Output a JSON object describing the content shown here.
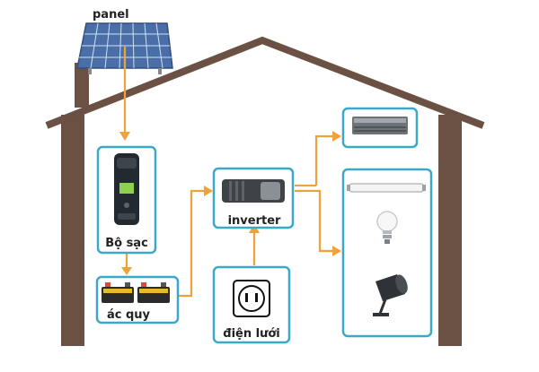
{
  "labels": {
    "panel": "panel",
    "charger": "Bộ sạc",
    "battery": "ác quy",
    "inverter": "inverter",
    "grid": "điện lưới"
  },
  "colors": {
    "wall": "#6b5044",
    "box_border": "#3aa9c6",
    "arrow": "#f0a23a",
    "panel_blue": "#4a6fa8",
    "text": "#222222"
  },
  "icons": {
    "solar_panel": "solar-panel-icon",
    "charger": "charge-controller-icon",
    "battery": "battery-icon",
    "inverter": "inverter-icon",
    "grid_outlet": "power-outlet-icon",
    "ac_unit": "air-conditioner-icon",
    "tube_light": "tube-light-icon",
    "bulb": "light-bulb-icon",
    "spotlight": "spotlight-icon"
  }
}
